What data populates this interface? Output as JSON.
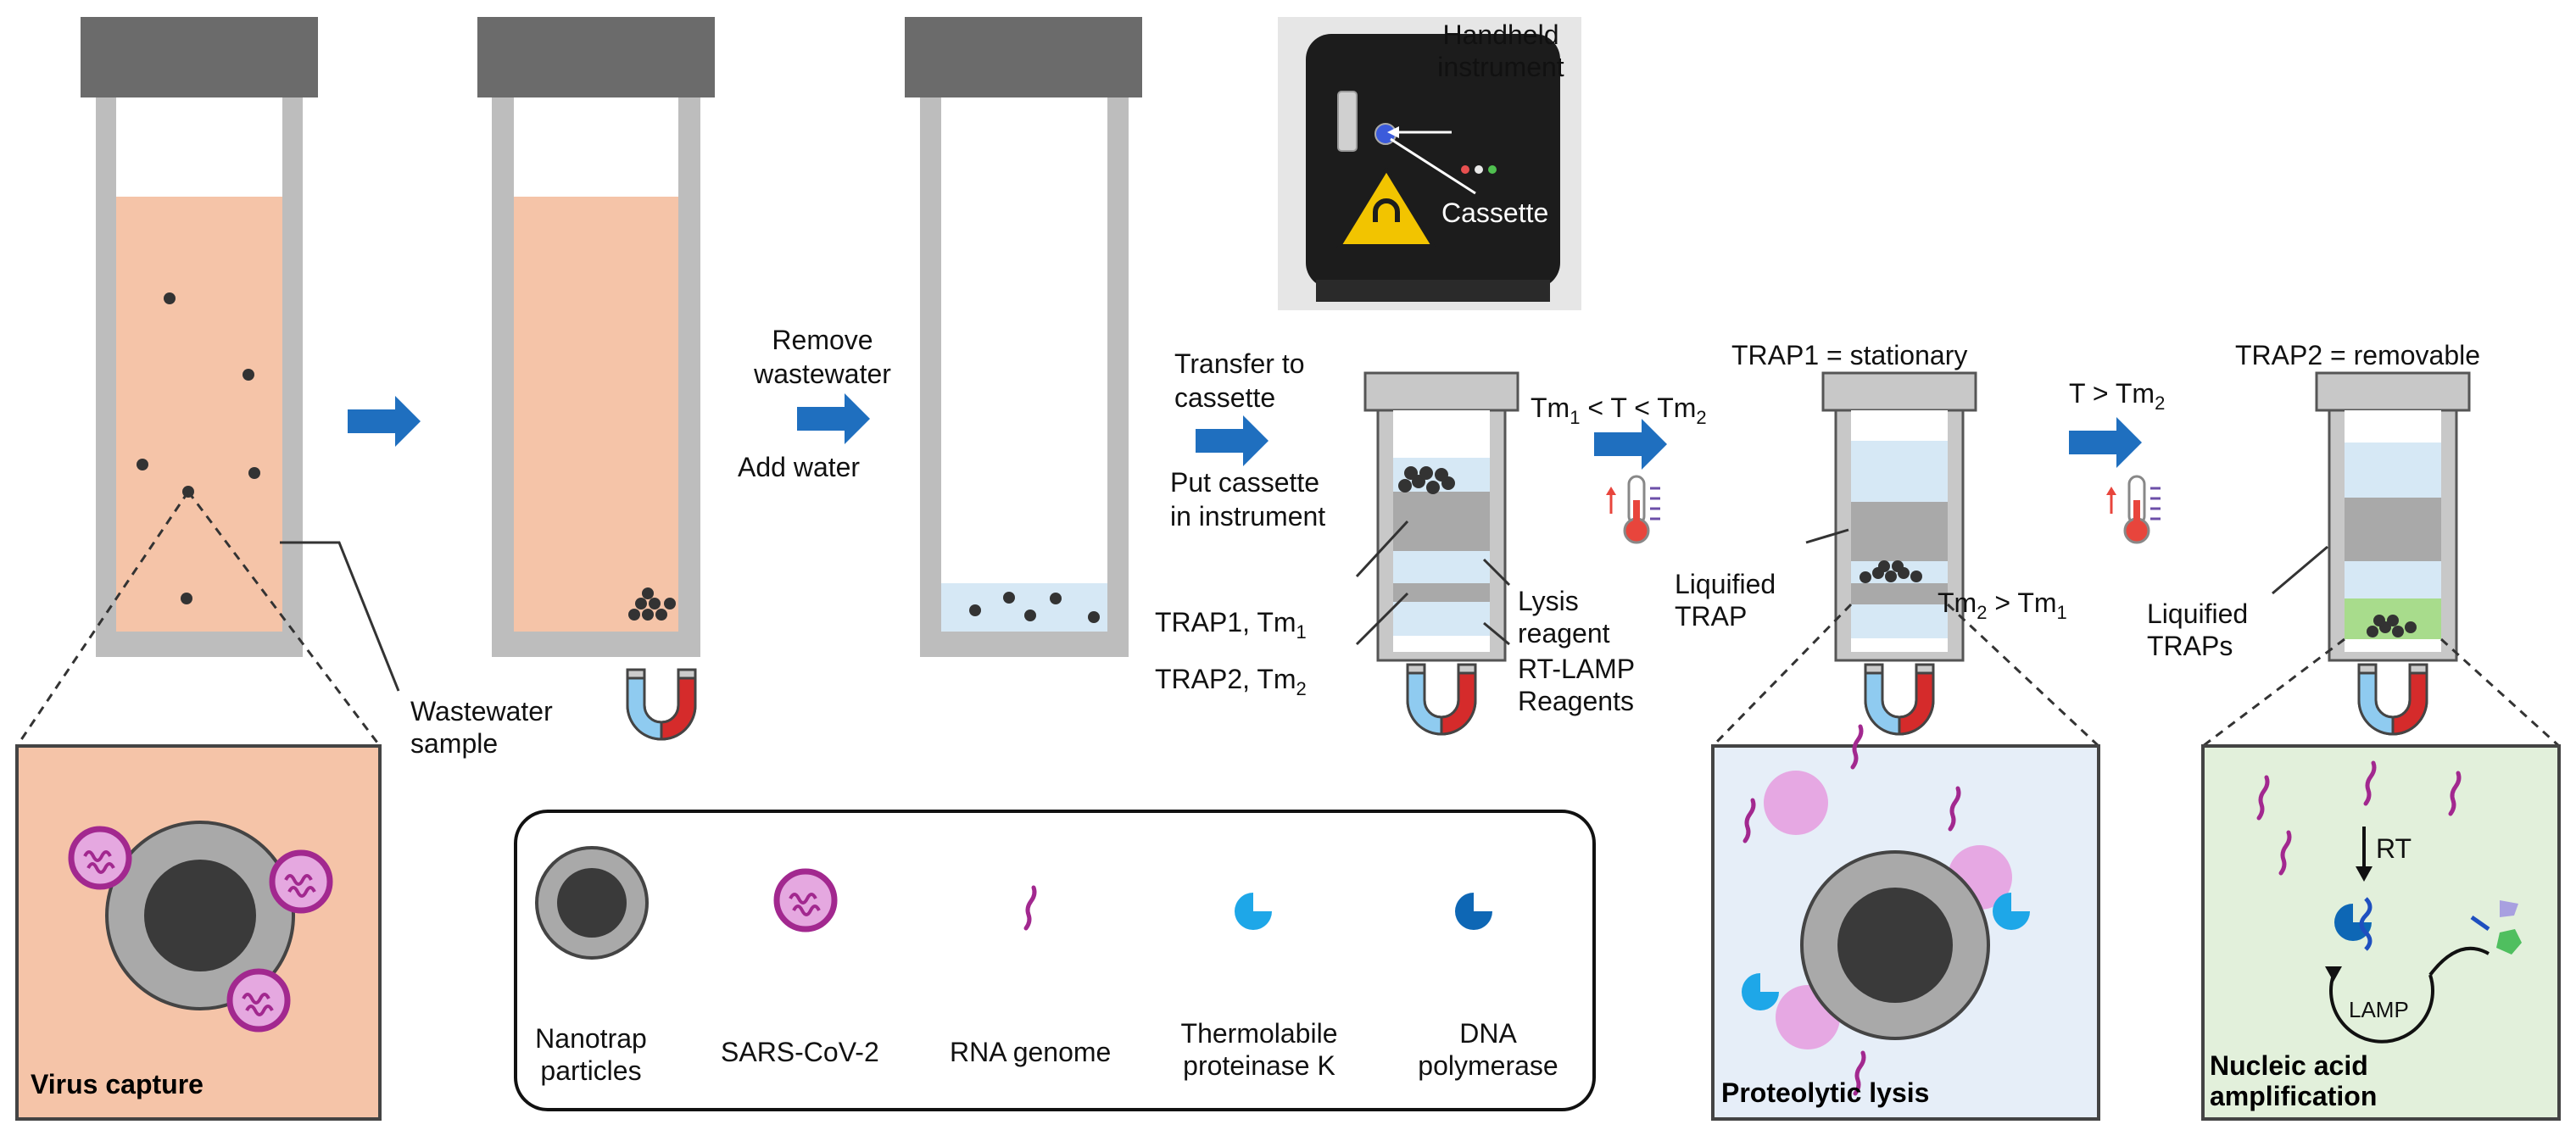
{
  "colors": {
    "wastewater": "#F5C4A8",
    "water": "#D6E8F5",
    "cap": "#6B6B6B",
    "tube_wall": "#BDBDBD",
    "arrow": "#1F6FBF",
    "particle": "#333333",
    "virus": "#A2288F",
    "virus_fill": "#E5A8E0",
    "proteinase": "#1EA7E8",
    "polymerase": "#0E67B5",
    "trap_gray": "#A9A9A9",
    "lamp_green": "#A8DC8C",
    "magnet_red": "#D52B2B",
    "magnet_blue": "#8FCBF0"
  },
  "icons": [
    "magnet-icon",
    "thermometer-icon",
    "handheld-instrument-photo",
    "nanotrap-particle-icon",
    "sars-cov-2-icon",
    "rna-genome-icon",
    "proteinase-k-icon",
    "dna-polymerase-icon"
  ],
  "steps": {
    "remove_wastewater": "Remove\nwastewater",
    "add_water": "Add water",
    "transfer_cassette": "Transfer to\ncassette",
    "put_cassette": "Put cassette\nin instrument",
    "condition1_pre": "Tm",
    "condition1_sub1": "1",
    "condition1_mid": " < T < Tm",
    "condition1_sub2": "2",
    "condition2_pre": "T > Tm",
    "condition2_sub": "2",
    "trap1_stationary": "TRAP1 = stationary",
    "trap2_removable": "TRAP2 = removable"
  },
  "labels": {
    "wastewater_sample": "Wastewater\nsample",
    "handheld_instrument": "Handheld\ninstrument",
    "cassette": "Cassette",
    "trap1_pre": "TRAP1, Tm",
    "trap1_sub": "1",
    "trap2_pre": "TRAP2, Tm",
    "trap2_sub": "2",
    "lysis_reagent": "Lysis\nreagent",
    "rt_lamp_reagents": "RT-LAMP\nReagents",
    "liquified_trap": "Liquified\nTRAP",
    "tm2_gt_pre": "Tm",
    "tm2_gt_sub1": "2",
    "tm2_gt_mid": " > Tm",
    "tm2_gt_sub2": "1",
    "liquified_traps": "Liquified\nTRAPs",
    "rt": "RT",
    "lamp": "LAMP"
  },
  "panels": {
    "virus_capture": "Virus capture",
    "proteolytic_lysis": "Proteolytic lysis",
    "nucleic_acid_amplification": "Nucleic acid\namplification"
  },
  "legend": {
    "items": [
      {
        "label": "Nanotrap\nparticles"
      },
      {
        "label": "SARS-CoV-2"
      },
      {
        "label": "RNA genome"
      },
      {
        "label": "Thermolabile\nproteinase K"
      },
      {
        "label": "DNA\npolymerase"
      }
    ]
  }
}
